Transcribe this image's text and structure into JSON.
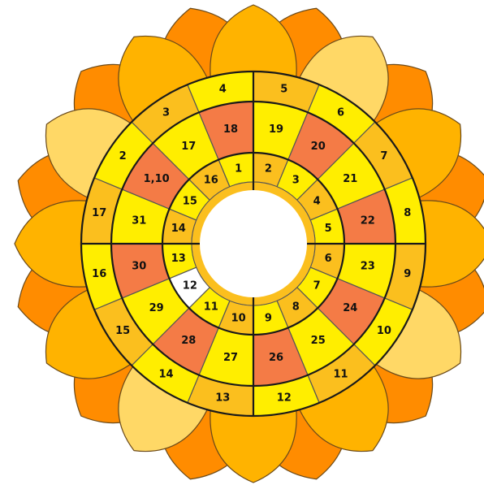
{
  "colors": {
    "petal_outer": "#ff8c00",
    "petal_mid": "#ffb300",
    "petal_light": "#ffd866",
    "yellow": "#ffee00",
    "gold": "#fbbf1e",
    "coral": "#f47b46",
    "white": "#ffffff",
    "outline": "#1a1a1a"
  },
  "outer_ring": {
    "labels": [
      "5",
      "6",
      "7",
      "8",
      "9",
      "10",
      "11",
      "12",
      "13",
      "14",
      "15",
      "16",
      "17",
      "2",
      "3",
      "4"
    ],
    "fills": [
      "gold",
      "yellow",
      "gold",
      "yellow",
      "gold",
      "yellow",
      "gold",
      "yellow",
      "gold",
      "yellow",
      "gold",
      "yellow",
      "gold",
      "yellow",
      "gold",
      "yellow"
    ]
  },
  "middle_ring": {
    "labels": [
      "19",
      "20",
      "21",
      "22",
      "23",
      "24",
      "25",
      "26",
      "27",
      "28",
      "29",
      "30",
      "31",
      "1,10",
      "17",
      "18"
    ],
    "fills": [
      "yellow",
      "coral",
      "yellow",
      "coral",
      "yellow",
      "coral",
      "yellow",
      "coral",
      "yellow",
      "coral",
      "yellow",
      "coral",
      "yellow",
      "coral",
      "yellow",
      "coral"
    ]
  },
  "inner_ring": {
    "labels": [
      "2",
      "3",
      "4",
      "5",
      "6",
      "7",
      "8",
      "9",
      "10",
      "11",
      "12",
      "13",
      "14",
      "15",
      "16",
      "1"
    ],
    "fills": [
      "gold",
      "yellow",
      "gold",
      "yellow",
      "gold",
      "yellow",
      "gold",
      "yellow",
      "gold",
      "yellow",
      "white",
      "yellow",
      "gold",
      "yellow",
      "gold",
      "yellow"
    ]
  }
}
